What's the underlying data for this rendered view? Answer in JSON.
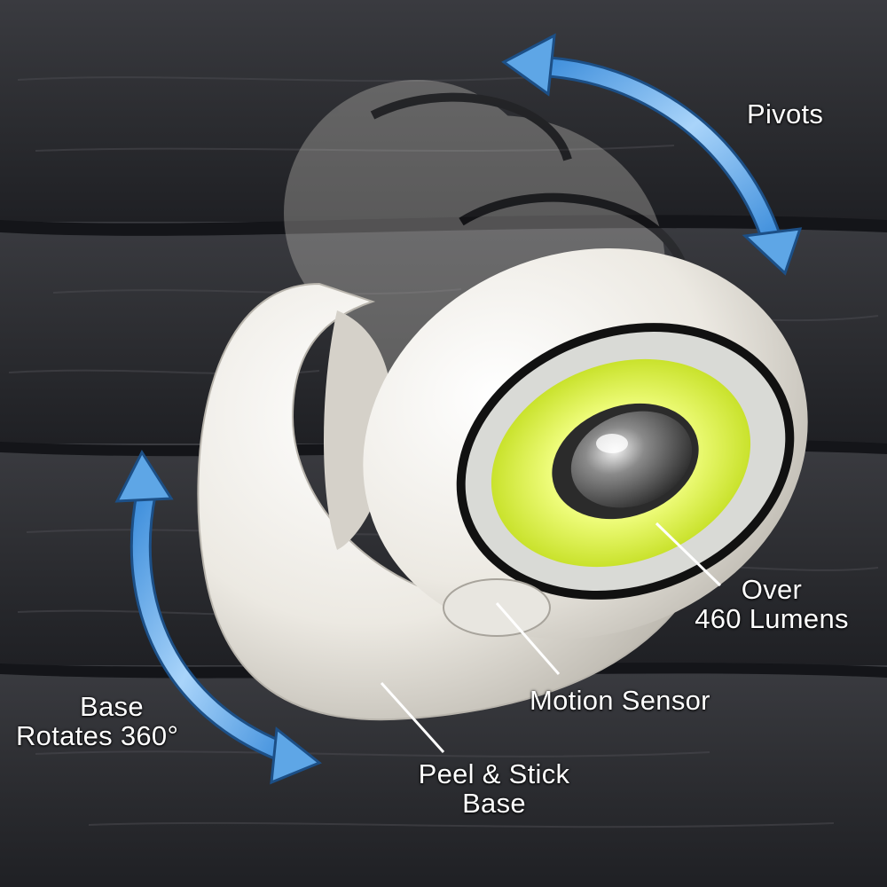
{
  "colors": {
    "wall": "#2a2b2f",
    "arrow": "#5ea6e6",
    "led": "#d9f23c",
    "housing": "#ece9e2",
    "label_text": "#ffffff"
  },
  "callouts": {
    "pivots": "Pivots",
    "lumens_line1": "Over",
    "lumens_line2": "460 Lumens",
    "motion_sensor": "Motion Sensor",
    "base_rotates_line1": "Base",
    "base_rotates_line2": "Rotates 360°",
    "peel_stick_line1": "Peel & Stick",
    "peel_stick_line2": "Base"
  },
  "icons": {
    "pivot_arrow": "curved-double-arrow-icon",
    "rotate_arrow": "curved-double-arrow-icon"
  }
}
